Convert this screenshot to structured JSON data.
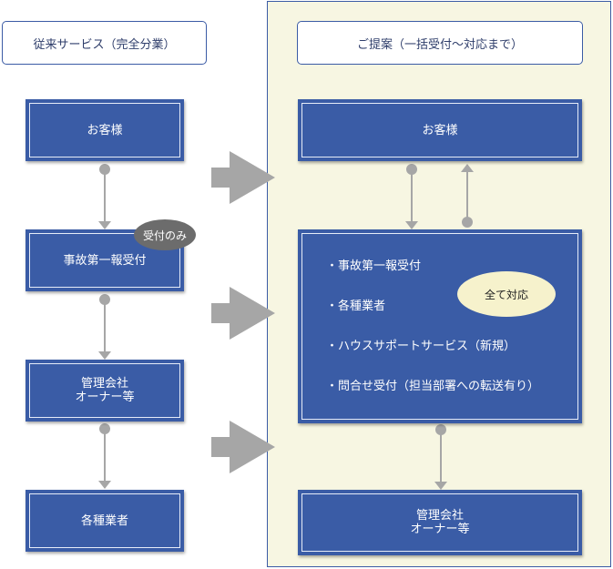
{
  "left": {
    "header": "従来サービス（完全分業）",
    "boxes": [
      {
        "lines": [
          "お客様"
        ]
      },
      {
        "lines": [
          "事故第一報受付"
        ]
      },
      {
        "lines": [
          "管理会社",
          "オーナー等"
        ]
      },
      {
        "lines": [
          "各種業者"
        ]
      }
    ],
    "badge": "受付のみ"
  },
  "right": {
    "header": "ご提案（一括受付〜対応まで）",
    "top_box": "お客様",
    "bullets": [
      "・事故第一報受付",
      "・各種業者",
      "・ハウスサポートサービス（新規）",
      "・問合せ受付（担当部署への転送有り）"
    ],
    "badge": "全て対応",
    "bottom_box": [
      "管理会社",
      "オーナー等"
    ]
  },
  "colors": {
    "box_fill": "#3a5ca6",
    "panel_fill": "#f7f6e2",
    "arrow_grey": "#a6a6a6",
    "badge_grey": "#6c6c6c",
    "badge_yellow": "#f6f2cc"
  }
}
